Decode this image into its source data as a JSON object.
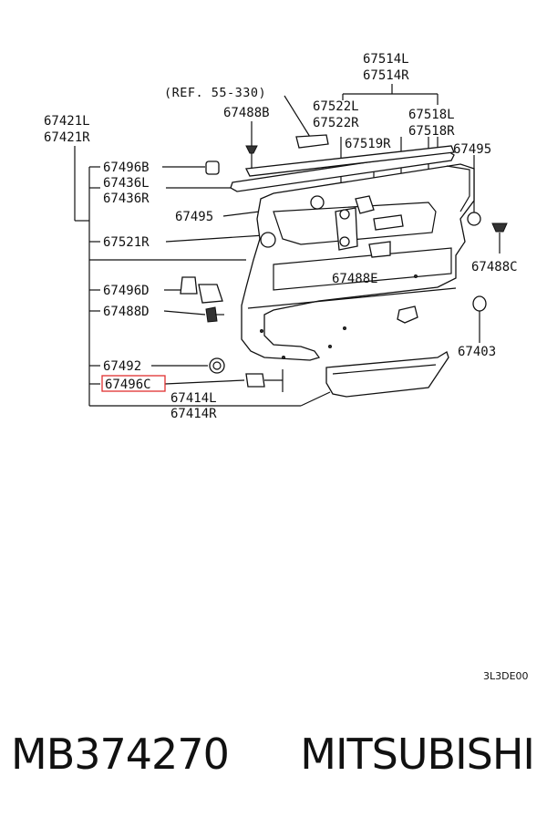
{
  "diagram": {
    "reference": "(REF. 55-330)",
    "drawing_code": "3L3DE00",
    "labels": {
      "p67514L": "67514L",
      "p67514R": "67514R",
      "p67522L": "67522L",
      "p67522R": "67522R",
      "p67518L": "67518L",
      "p67518R": "67518R",
      "p67519R": "67519R",
      "p67488B": "67488B",
      "p67421L": "67421L",
      "p67421R": "67421R",
      "p67495a": "67495",
      "p67495b": "67495",
      "p67496B": "67496B",
      "p67436L": "67436L",
      "p67436R": "67436R",
      "p67521R": "67521R",
      "p67488C": "67488C",
      "p67488E": "67488E",
      "p67496D": "67496D",
      "p67488D": "67488D",
      "p67403": "67403",
      "p67492": "67492",
      "p67496C": "67496C",
      "p67414L": "67414L",
      "p67414R": "67414R"
    },
    "highlighted_part": "67496C",
    "highlight_color": "#e03030"
  },
  "footer": {
    "part_number": "MB374270",
    "brand": "MITSUBISHI"
  }
}
